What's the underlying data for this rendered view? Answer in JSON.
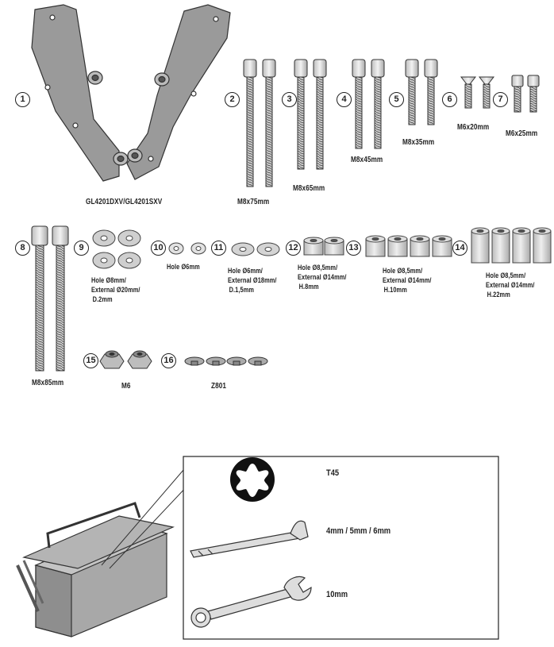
{
  "parts": [
    {
      "number": "1",
      "label": "GL4201DXV/GL4201SXV"
    },
    {
      "number": "2",
      "label": "M8x75mm"
    },
    {
      "number": "3",
      "label": "M8x65mm"
    },
    {
      "number": "4",
      "label": "M8x45mm"
    },
    {
      "number": "5",
      "label": "M8x35mm"
    },
    {
      "number": "6",
      "label": "M6x20mm"
    },
    {
      "number": "7",
      "label": "M6x25mm"
    },
    {
      "number": "8",
      "label": "M8x85mm"
    },
    {
      "number": "9",
      "label_lines": [
        "Hole Ø8mm/",
        "External Ø20mm/",
        "D.2mm"
      ]
    },
    {
      "number": "10",
      "label": "Hole Ø6mm"
    },
    {
      "number": "11",
      "label_lines": [
        "Hole Ø6mm/",
        "External Ø18mm/",
        "D.1,5mm"
      ]
    },
    {
      "number": "12",
      "label_lines": [
        "Hole Ø8,5mm/",
        "External Ø14mm/",
        "H.8mm"
      ]
    },
    {
      "number": "13",
      "label_lines": [
        "Hole Ø8,5mm/",
        "External Ø14mm/",
        "H.10mm"
      ]
    },
    {
      "number": "14",
      "label_lines": [
        "Hole Ø8,5mm/",
        "External Ø14mm/",
        "H.22mm"
      ]
    },
    {
      "number": "15",
      "label": "M6"
    },
    {
      "number": "16",
      "label": "Z801"
    }
  ],
  "tools": [
    {
      "name": "torx-bit",
      "label": "T45"
    },
    {
      "name": "hex-key",
      "label": "4mm / 5mm / 6mm"
    },
    {
      "name": "combination-wrench",
      "label": "10mm"
    }
  ]
}
